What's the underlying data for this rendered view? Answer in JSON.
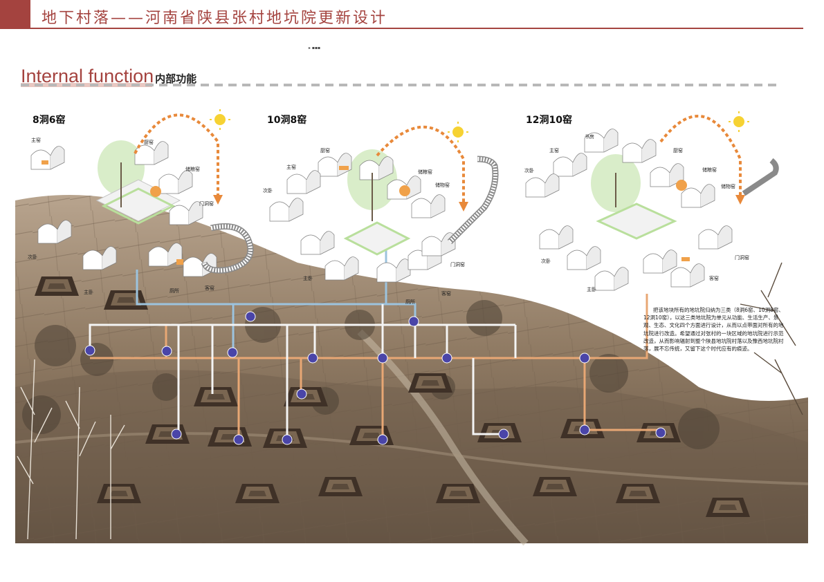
{
  "header": {
    "title": "地下村落——河南省陕县张村地坑院更新设计",
    "accent_color": "#a4433f"
  },
  "section": {
    "title_en": "Internal function",
    "title_cn": "内部功能",
    "stray_mark": "▸ ▪▪▪"
  },
  "clusters": [
    {
      "label": "8洞6窑",
      "rooms": [
        "主窑",
        "厨窑",
        "储粮窑",
        "门洞窑",
        "次卧",
        "主卧",
        "厕所",
        "客窑"
      ]
    },
    {
      "label": "10洞8窑",
      "rooms": [
        "厨窑",
        "主窑",
        "储粮窑",
        "储物窑",
        "次卧",
        "主卧",
        "门洞窑",
        "厕所",
        "客窑"
      ]
    },
    {
      "label": "12洞10窑",
      "rooms": [
        "书房",
        "主窑",
        "厨窑",
        "次卧",
        "储粮窑",
        "储物窑",
        "门洞窑",
        "次卧",
        "主卧",
        "客窑"
      ]
    }
  ],
  "description": "把该地块所有的地坑院归纳为三类（8洞6窑、10洞8窑、12洞10窑），以这三类地坑院为单元从功能、生活生产、景观、生态、文化四个方面进行设计，从而以点带面对所有的地坑院进行改造。希望通过对张村的一块区域的地坑院进行示范改造，从而影响辐射到整个陕县地坑院村落以及豫西地坑院村落，展不忘传统，又留下这个时代应有的痕迹。",
  "colors": {
    "orange_line": "#e8a774",
    "blue_line": "#9cc3de",
    "white_line": "#f4f4f4",
    "node": "#4a45a8",
    "sun": "#f6d233",
    "sun_arc": "#e8893a",
    "courtyard_green": "#b9df9c"
  }
}
